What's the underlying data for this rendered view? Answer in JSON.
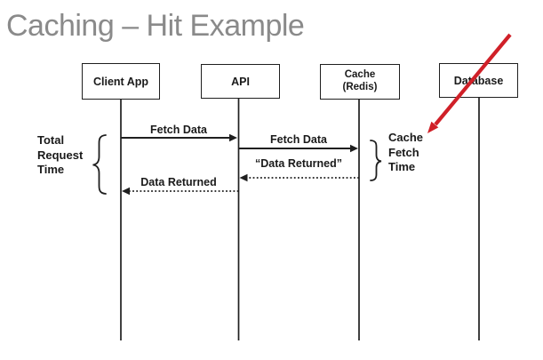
{
  "title": "Caching – Hit Example",
  "actors": [
    {
      "label": "Client App"
    },
    {
      "label": "API"
    },
    {
      "label": "Cache",
      "label2": "(Redis)"
    },
    {
      "label": "Database"
    }
  ],
  "messages": [
    {
      "label": "Fetch Data",
      "from": "Client App",
      "to": "API",
      "style": "solid"
    },
    {
      "label": "Fetch Data",
      "from": "API",
      "to": "Cache (Redis)",
      "style": "solid"
    },
    {
      "label": "“Data Returned”",
      "from": "Cache (Redis)",
      "to": "API",
      "style": "dotted"
    },
    {
      "label": "Data Returned",
      "from": "API",
      "to": "Client App",
      "style": "dotted"
    }
  ],
  "annotations": {
    "left": {
      "lines": [
        "Total",
        "Request",
        "Time"
      ]
    },
    "right": {
      "lines": [
        "Cache",
        "Fetch",
        "Time"
      ]
    }
  },
  "colors": {
    "title": "#8a8a8a",
    "ink": "#1f1f1f",
    "red_arrow": "#d02028",
    "background": "#ffffff"
  }
}
